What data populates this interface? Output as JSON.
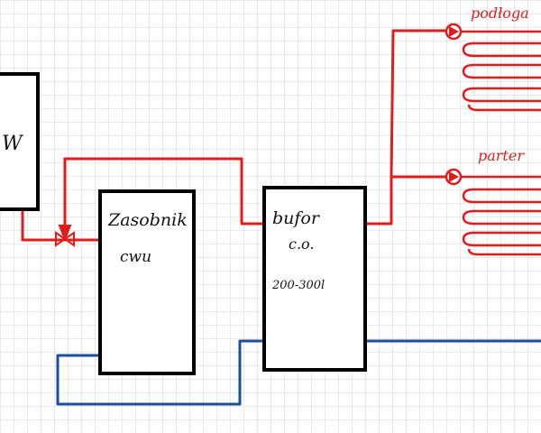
{
  "labels": {
    "left_box": "W",
    "storage_line1": "Zasobnik",
    "storage_line2": "cwu",
    "buffer_line1": "bufor",
    "buffer_line2": "c.o.",
    "buffer_line3": "200-300l",
    "floor_heating_top": "podłoga",
    "floor_heating_ground": "parter"
  },
  "colors": {
    "background": "#ffffff",
    "grid": "#d4d4d4",
    "box_stroke": "#000000",
    "supply_pipe": "#e31b1b",
    "return_pipe": "#1a4fa0",
    "label_ink": "#111111",
    "heating_label_ink": "#d81e1e"
  },
  "icons": [
    "three-way-valve-icon",
    "pump-icon",
    "underfloor-coil-icon"
  ]
}
